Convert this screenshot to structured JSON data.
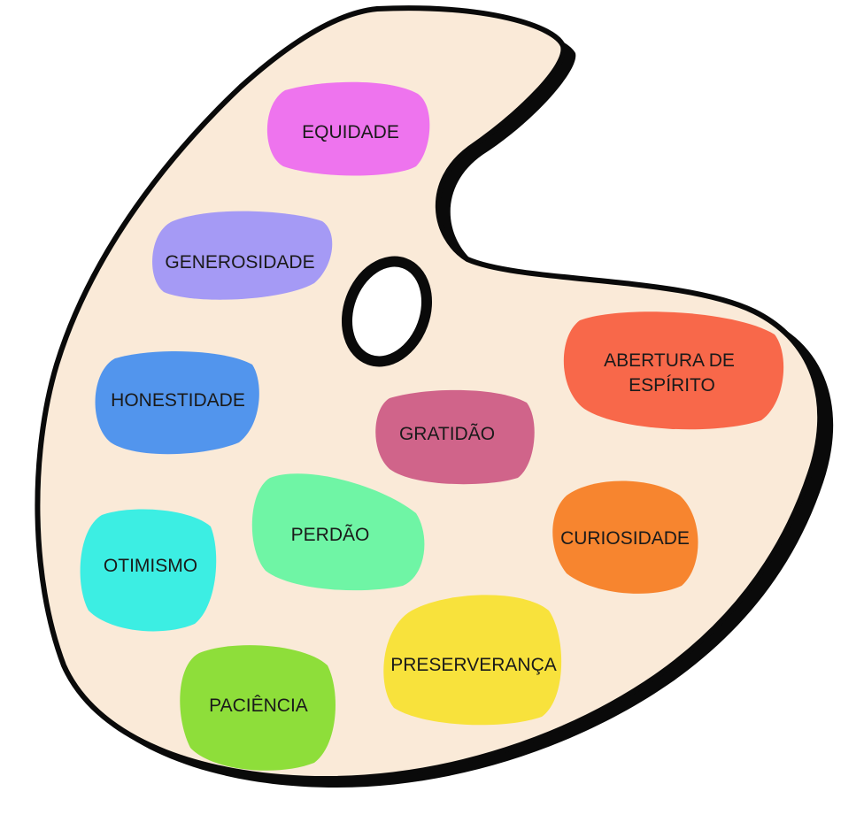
{
  "palette": {
    "board_color": "#faead8",
    "outline_color": "#0a0a0a",
    "background_color": "#ffffff",
    "blobs": [
      {
        "id": "equidade",
        "lines": [
          "EQUIDADE"
        ],
        "color": "#ee74ee"
      },
      {
        "id": "generosidade",
        "lines": [
          "GENEROSIDADE"
        ],
        "color": "#a59af5"
      },
      {
        "id": "honestidade",
        "lines": [
          "HONESTIDADE"
        ],
        "color": "#5295ed"
      },
      {
        "id": "gratidao",
        "lines": [
          "GRATIDÃO"
        ],
        "color": "#d0648a"
      },
      {
        "id": "abertura",
        "lines": [
          "ABERTURA DE",
          "ESPÍRITO"
        ],
        "color": "#f8684a"
      },
      {
        "id": "perdao",
        "lines": [
          "PERDÃO"
        ],
        "color": "#6ff5a5"
      },
      {
        "id": "otimismo",
        "lines": [
          "OTIMISMO"
        ],
        "color": "#3ceee3"
      },
      {
        "id": "curiosidade",
        "lines": [
          "CURIOSIDADE"
        ],
        "color": "#f7852f"
      },
      {
        "id": "preserveranca",
        "lines": [
          "PRESERVERANÇA"
        ],
        "color": "#f8e23c"
      },
      {
        "id": "paciencia",
        "lines": [
          "PACIÊNCIA"
        ],
        "color": "#8ede3a"
      }
    ]
  }
}
